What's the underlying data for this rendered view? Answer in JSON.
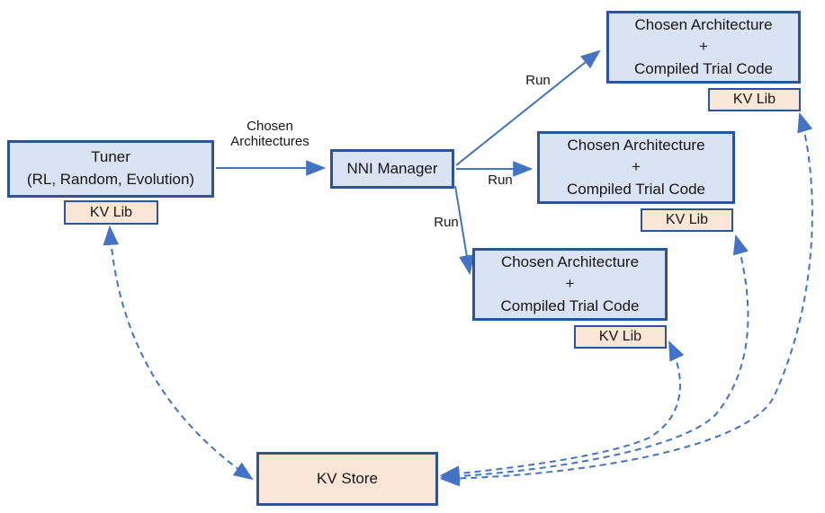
{
  "diagram": {
    "title_hint": "NNI tuner / manager / trial architecture diagram",
    "colors": {
      "box_blue_fill": "#dae3f3",
      "box_peach_fill": "#fbe5d6",
      "box_border": "#2e5496",
      "arrow_blue": "#4472c4",
      "text": "#161616",
      "background": "#ffffff"
    },
    "nodes": {
      "tuner": {
        "line1": "Tuner",
        "line2": "(RL, Random, Evolution)"
      },
      "nni_manager": {
        "label": "NNI Manager"
      },
      "trial_box": {
        "line1": "Chosen Architecture",
        "line2": "+",
        "line3": "Compiled Trial Code"
      },
      "kv_lib": {
        "label": "KV Lib"
      },
      "kv_store": {
        "label": "KV Store"
      }
    },
    "edge_labels": {
      "tuner_to_manager": {
        "line1": "Chosen",
        "line2": "Architectures"
      },
      "run": "Run"
    }
  }
}
